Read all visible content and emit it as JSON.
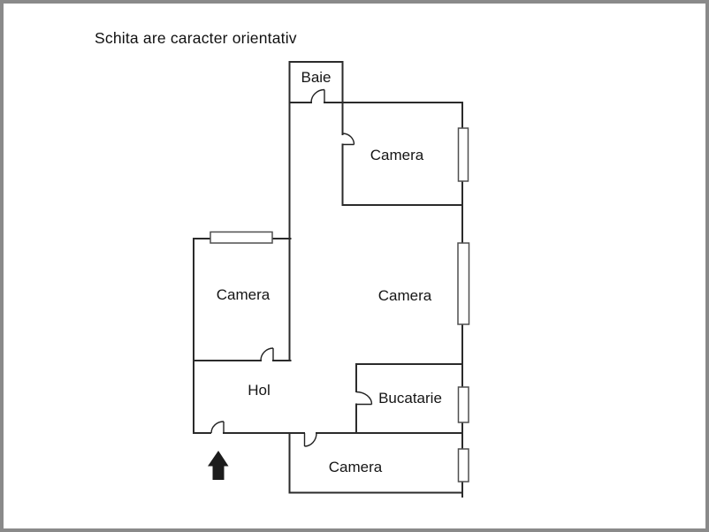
{
  "title": "Schita are caracter orientativ",
  "floor_plan": {
    "rooms": [
      {
        "id": "baie",
        "label": "Baie"
      },
      {
        "id": "camera-top",
        "label": "Camera"
      },
      {
        "id": "camera-left",
        "label": "Camera"
      },
      {
        "id": "camera-middle",
        "label": "Camera"
      },
      {
        "id": "hol",
        "label": "Hol"
      },
      {
        "id": "bucatarie",
        "label": "Bucatarie"
      },
      {
        "id": "camera-bottom",
        "label": "Camera"
      }
    ],
    "window_count": 5,
    "door_count": 6,
    "entrance_arrow_direction": "up",
    "colors": {
      "wall": "#2b2b2b",
      "frame": "#8a8a8a",
      "text": "#151515",
      "background": "#ffffff"
    }
  }
}
